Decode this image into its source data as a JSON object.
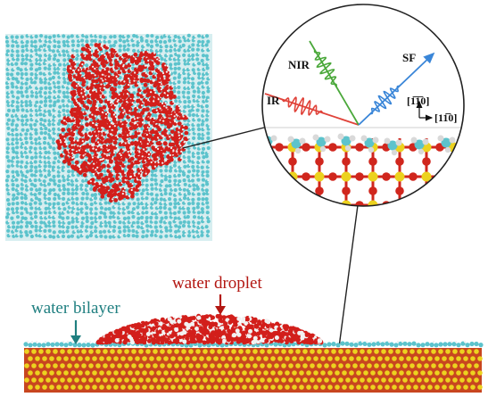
{
  "labels": {
    "bilayer": "water bilayer",
    "droplet": "water droplet",
    "ir": "IR",
    "nir": "NIR",
    "sf": "SF",
    "dir_vertical": "[1̅1̅0]",
    "dir_horizontal": "[11̅0]"
  },
  "colors": {
    "water_oxygen_droplet": "#d21f1b",
    "bilayer_cyan": "#5cc3cc",
    "hydrogen_white": "#f2f2f2",
    "substrate_yellow": "#ecd21f",
    "substrate_red": "#d0261d",
    "ir_beam": "#e0433a",
    "nir_beam": "#4aa83a",
    "sf_beam": "#3a86d8",
    "bilayer_label": "#1f7f80",
    "droplet_label": "#b31712"
  }
}
